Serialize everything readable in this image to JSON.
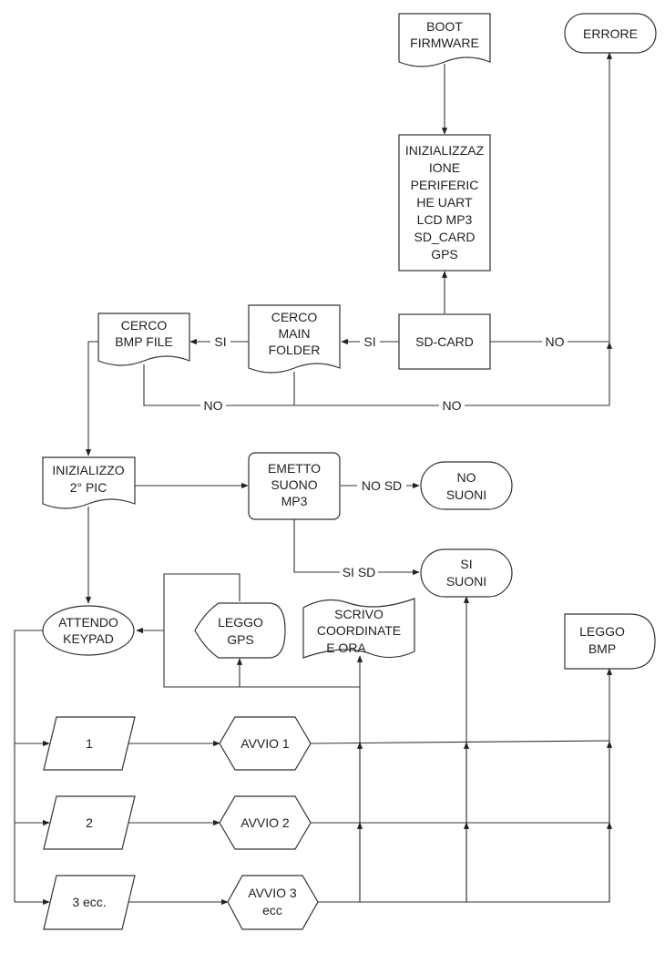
{
  "diagram": {
    "nodes": {
      "boot_firmware": [
        "BOOT",
        "FIRMWARE"
      ],
      "errore": [
        "ERRORE"
      ],
      "inizializzazione": [
        "INIZIALIZZAZ",
        "IONE",
        "PERIFERIC",
        "HE UART",
        "LCD MP3",
        "SD_CARD",
        "GPS"
      ],
      "sd_card": [
        "SD-CARD"
      ],
      "cerco_main_folder": [
        "CERCO",
        "MAIN",
        "FOLDER"
      ],
      "cerco_bmp_file": [
        "CERCO",
        "BMP FILE"
      ],
      "inizializzo_pic": [
        "INIZIALIZZO",
        "2° PIC"
      ],
      "emetto_suono": [
        "EMETTO",
        "SUONO",
        "MP3"
      ],
      "no_suoni": [
        "NO",
        "SUONI"
      ],
      "si_suoni": [
        "SI",
        "SUONI"
      ],
      "attendo_keypad": [
        "ATTENDO",
        "KEYPAD"
      ],
      "leggo_gps": [
        "LEGGO",
        "GPS"
      ],
      "scrivo_coordinate": [
        "SCRIVO",
        "COORDINATE",
        "E ORA"
      ],
      "leggo_bmp": [
        "LEGGO",
        "BMP"
      ],
      "input_1": [
        "1"
      ],
      "input_2": [
        "2"
      ],
      "input_3": [
        "3 ecc."
      ],
      "avvio_1": [
        "AVVIO 1"
      ],
      "avvio_2": [
        "AVVIO 2"
      ],
      "avvio_3": [
        "AVVIO 3",
        "ecc"
      ]
    },
    "edge_labels": {
      "sd_no": "NO",
      "sd_si": "SI",
      "folder_si": "SI",
      "bmp_no": "NO",
      "folder_no": "NO",
      "no_sd": "NO SD",
      "si_sd": "SI SD"
    }
  }
}
